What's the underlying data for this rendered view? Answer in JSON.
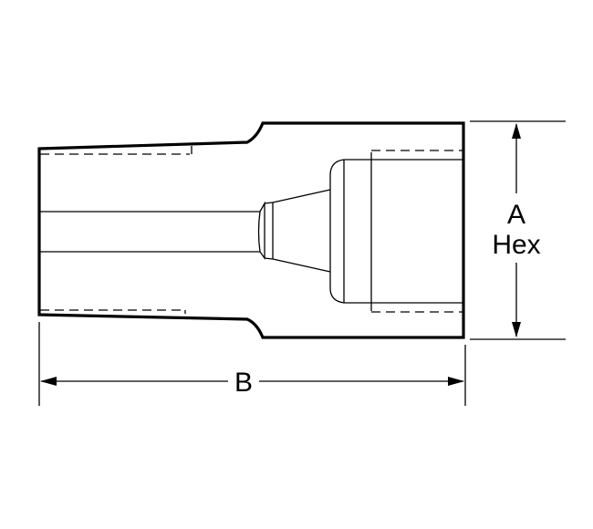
{
  "diagram": {
    "dimension_a_label": "A",
    "dimension_a_sublabel": "Hex",
    "dimension_b_label": "B",
    "line_color": "#000000",
    "background_color": "#ffffff"
  }
}
